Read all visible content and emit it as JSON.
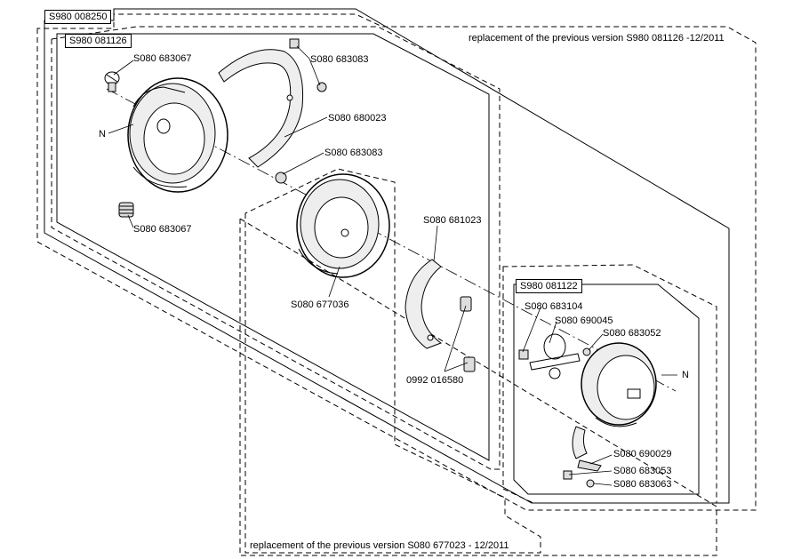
{
  "assemblies": {
    "outer": "S980 008250",
    "hook_set": "S980 081126",
    "bobbin_case": "S980 081122"
  },
  "notes": {
    "hook_set_replacement": "replacement of the previous version S980 081126 -12/2011",
    "hook_replacement": "replacement of the previous version S080 677023 - 12/2011"
  },
  "parts": {
    "screw_top_left": "S080 683067",
    "screw_bottom_left": "S080 683067",
    "screw_top_right": "S080 683083",
    "screw_mid": "S080 683083",
    "gib": "S080 680023",
    "hook": "S080 677036",
    "position_finger": "S080 681023",
    "set_screws": "0992 016580",
    "latch_screw": "S080 683104",
    "latch": "S080 690045",
    "latch_nut": "S080 683052",
    "tension_spring": "S080 690029",
    "spring_screw": "S080 683053",
    "spring_nut": "S080 683063",
    "marker_left": "N",
    "marker_right": "N"
  }
}
